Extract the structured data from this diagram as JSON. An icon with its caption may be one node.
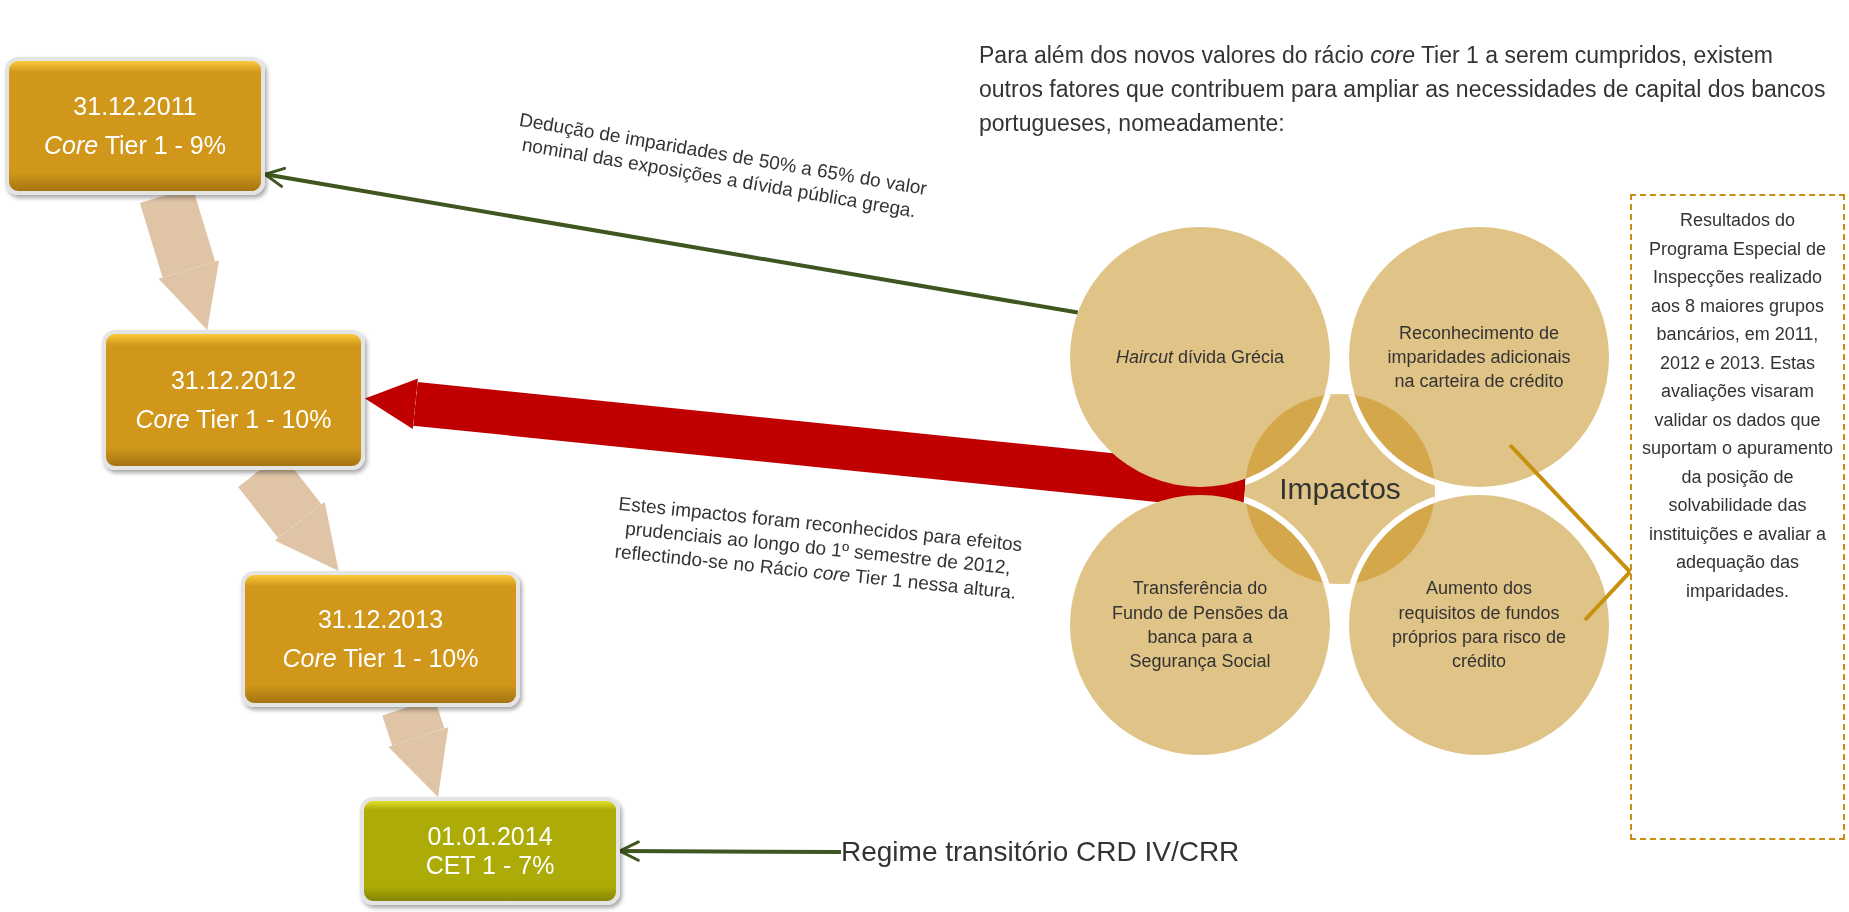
{
  "diagram": {
    "nodes": [
      {
        "text": [
          "31.12.2011",
          "*Core* Tier 1 - 9%"
        ]
      },
      {
        "text": [
          "31.12.2012",
          "*Core* Tier 1 - 10%"
        ]
      },
      {
        "text": [
          "31.12.2013",
          "*Core* Tier 1 - 10%"
        ]
      },
      {
        "text": [
          "01.01.2014",
          "CET 1 - 7%"
        ]
      },
      {
        "text": [
          "*Haircut* dívida Grécia"
        ]
      },
      {
        "text": [
          "Reconhecimento de imparidades adicionais na carteira de crédito"
        ]
      },
      {
        "text": [
          "Impactos"
        ]
      },
      {
        "text": [
          "Transferência do Fundo de Pensões da banca para a Segurança Social"
        ]
      },
      {
        "text": [
          "Aumento dos requisitos de fundos próprios para risco de crédito"
        ]
      },
      {
        "text": [
          "Resultados do Programa Especial de Inspecções realizado aos 8 maiores grupos bancários, em 2011, 2012 e 2013. Estas avaliações visaram validar os dados que suportam o apuramento da posição de solvabilidade das instituições e avaliar a adequação das imparidades."
        ]
      },
      {
        "text": [
          "Regime transitório CRD IV/CRR"
        ]
      }
    ],
    "edges": [
      {
        "from": 0,
        "to": 1,
        "arrow": "to",
        "style": "thick",
        "color": "#dfc4a6"
      },
      {
        "from": 1,
        "to": 2,
        "arrow": "to",
        "style": "thick",
        "color": "#dfc4a6"
      },
      {
        "from": 2,
        "to": 3,
        "arrow": "to",
        "style": "thick",
        "color": "#dfc4a6"
      },
      {
        "from": 4,
        "to": 0,
        "arrow": "to",
        "label": "Dedução de imparidades de 50% a 65% do valor  nominal das exposições a dívida pública grega.",
        "color": "#3f5620"
      },
      {
        "from": 6,
        "to": 1,
        "arrow": "to",
        "style": "thick",
        "label": "Estes impactos foram reconhecidos para efeitos prudenciais ao longo do 1º semestre de 2012, reflectindo-se no Rácio *core* Tier 1 nessa altura.",
        "color": "#c00000"
      },
      {
        "from": 9,
        "to": 5,
        "arrow": "none",
        "color": "#c8900f"
      },
      {
        "from": 9,
        "to": 8,
        "arrow": "none",
        "color": "#c8900f"
      },
      {
        "from": 10,
        "to": 3,
        "arrow": "to",
        "color": "#3f5620"
      }
    ],
    "labels": [
      "Para além dos novos valores do rácio *core* Tier 1 a serem cumpridos, existem outros fatores que contribuem para ampliar as necessidades de capital dos bancos portugueses, nomeadamente:"
    ]
  }
}
